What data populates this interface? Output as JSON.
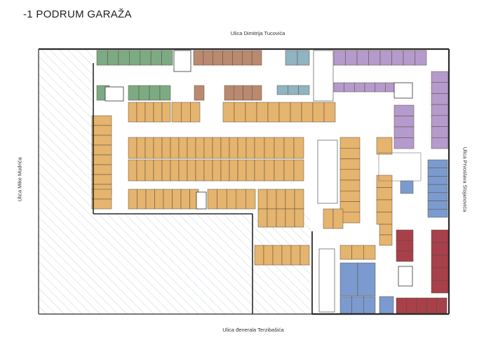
{
  "title": "-1 PODRUM GARAŽA",
  "streets": {
    "north": "Ulica Dimitrija Tucovića",
    "south": "Ulica đenerala Terzibašića",
    "west": "Ulica Mike Mudrića",
    "east": "Ulica Prvoslava Stojanovića"
  },
  "colors": {
    "green": "#7cab83",
    "brown": "#b98a70",
    "teal": "#8fb4c2",
    "purple": "#b59bcc",
    "orange": "#e5b46e",
    "blue": "#7b9bd0",
    "red": "#a8404a",
    "wall": "#2a2a2a",
    "hatch": "#c9d3dc"
  }
}
